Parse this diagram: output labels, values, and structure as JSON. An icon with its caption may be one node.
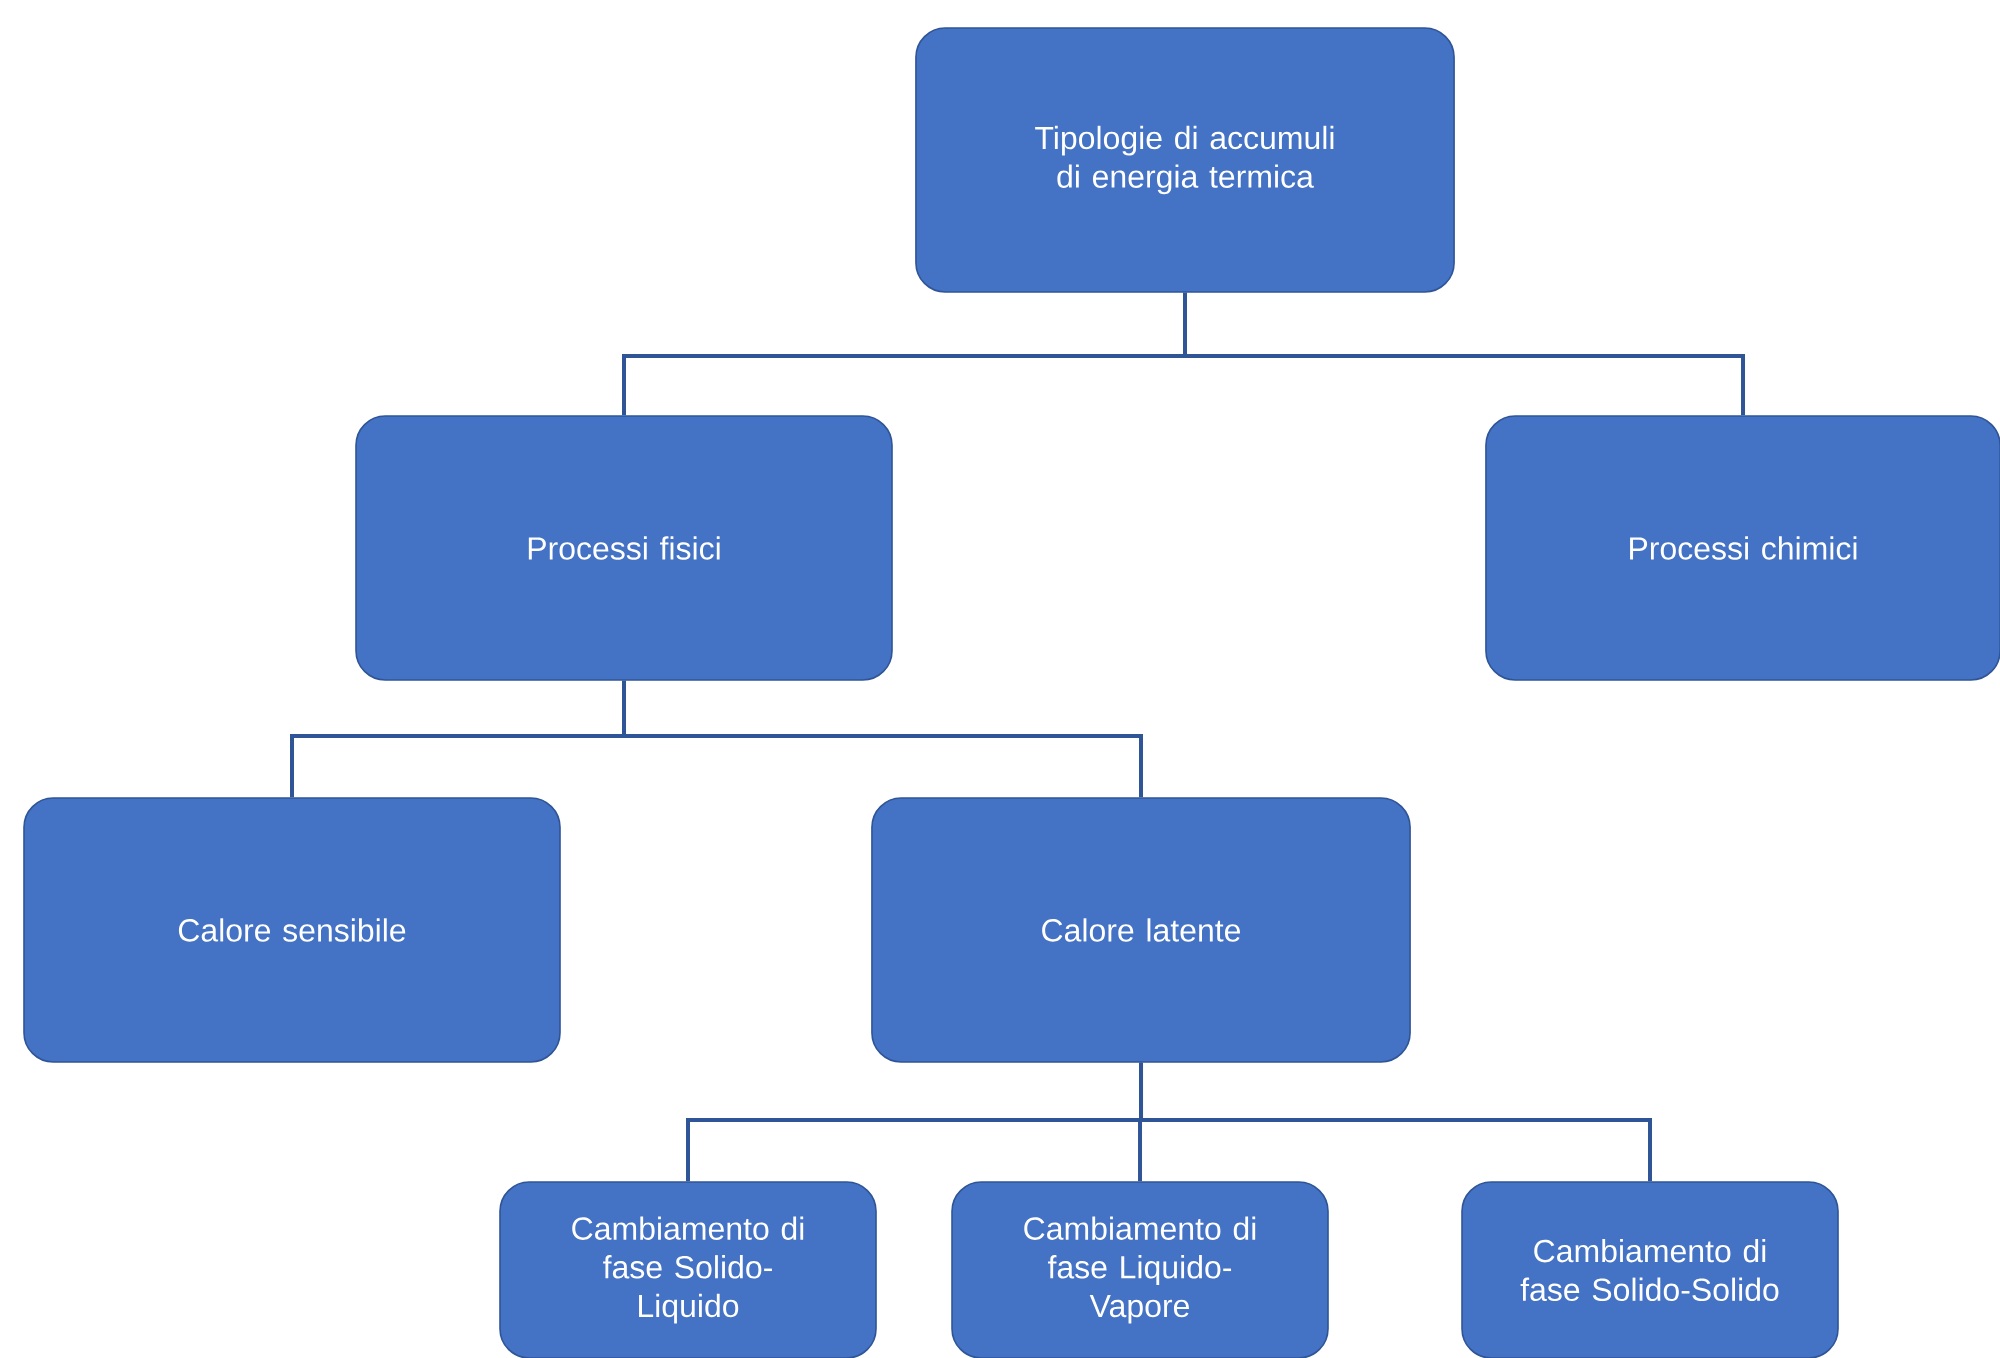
{
  "diagram": {
    "nodes": [
      {
        "text": [
          "Tipologie di accumuli di energia termica"
        ]
      },
      {
        "text": [
          "Processi fisici"
        ]
      },
      {
        "text": [
          "Processi chimici"
        ]
      },
      {
        "text": [
          "Calore sensibile"
        ]
      },
      {
        "text": [
          "Calore latente"
        ]
      },
      {
        "text": [
          "Cambiamento di fase Solido-Liquido"
        ]
      },
      {
        "text": [
          "Cambiamento di fase Liquido-Vapore"
        ]
      },
      {
        "text": [
          "Cambiamento di fase Solido-Solido"
        ]
      }
    ],
    "edges": [
      {
        "from": 0,
        "to": 1,
        "arrow": "none"
      },
      {
        "from": 0,
        "to": 2,
        "arrow": "none"
      },
      {
        "from": 1,
        "to": 3,
        "arrow": "none"
      },
      {
        "from": 1,
        "to": 4,
        "arrow": "none"
      },
      {
        "from": 4,
        "to": 5,
        "arrow": "none"
      },
      {
        "from": 4,
        "to": 6,
        "arrow": "none"
      },
      {
        "from": 4,
        "to": 7,
        "arrow": "none"
      }
    ]
  }
}
